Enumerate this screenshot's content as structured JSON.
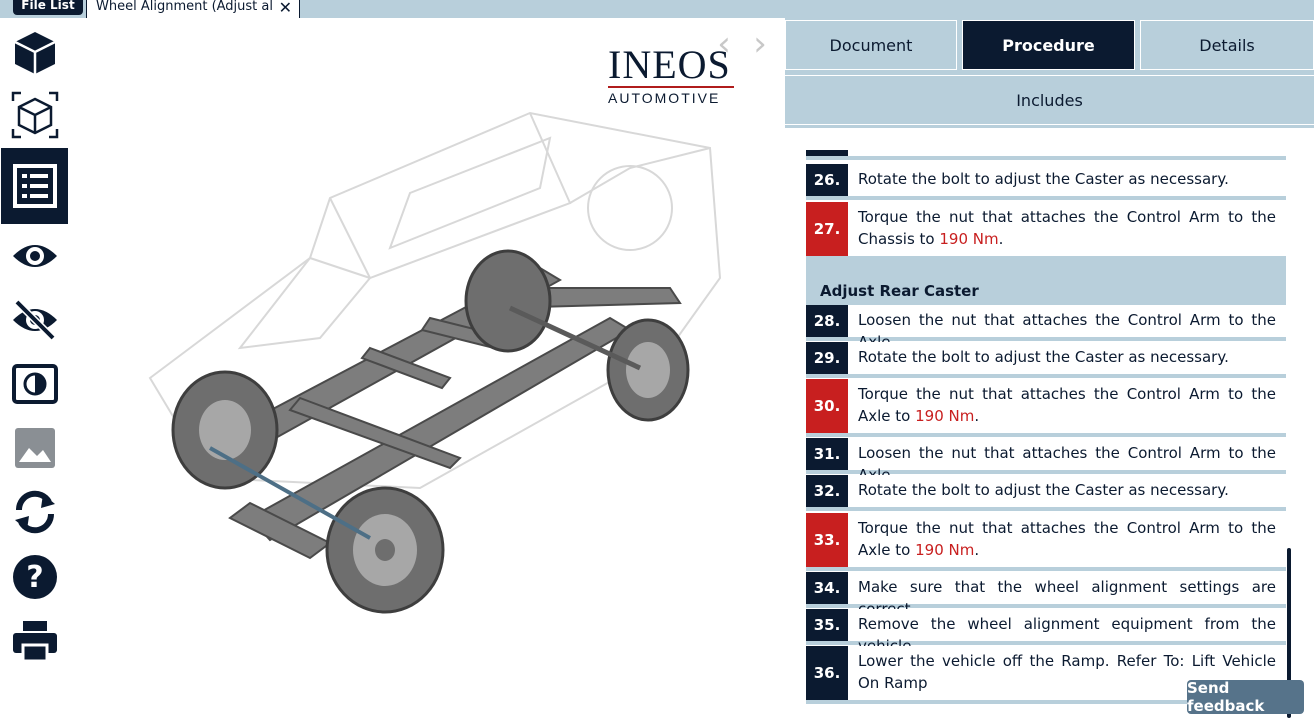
{
  "tabs": {
    "file_list": "File List",
    "document_tab": "Wheel Alignment (Adjust al",
    "close_glyph": "✕"
  },
  "logo": {
    "main": "INEOS",
    "sub": "AUTOMOTIVE"
  },
  "viewer": {
    "nav_prev": "‹",
    "nav_next": "›"
  },
  "toolbar": {
    "items": [
      {
        "icon": "cube-icon"
      },
      {
        "icon": "cube-frame-icon"
      },
      {
        "icon": "list-icon",
        "active": true
      },
      {
        "icon": "eye-icon"
      },
      {
        "icon": "eye-off-icon"
      },
      {
        "icon": "contrast-icon"
      },
      {
        "icon": "image-icon"
      },
      {
        "icon": "refresh-icon"
      },
      {
        "icon": "help-icon"
      },
      {
        "icon": "print-icon"
      }
    ]
  },
  "panel": {
    "tabs": [
      "Document",
      "Procedure",
      "Details"
    ],
    "active_tab": "Procedure",
    "includes": "Includes",
    "section_rear": "Adjust Rear Caster",
    "steps": [
      {
        "num": "26.",
        "text": "Rotate the bolt to adjust the Caster as necessary."
      },
      {
        "num": "27.",
        "text": "Torque the nut that attaches the Control Arm to the Chassis to ",
        "torque": "190 Nm",
        "suffix": "."
      },
      {
        "num": "28.",
        "text": "Loosen the nut that attaches the Control Arm to the Axle."
      },
      {
        "num": "29.",
        "text": "Rotate the bolt to adjust the Caster as necessary."
      },
      {
        "num": "30.",
        "text": "Torque the nut that attaches the Control Arm to the Axle to ",
        "torque": "190 Nm",
        "suffix": "."
      },
      {
        "num": "31.",
        "text": "Loosen the nut that attaches the Control Arm to the Axle."
      },
      {
        "num": "32.",
        "text": "Rotate the bolt to adjust the Caster as necessary."
      },
      {
        "num": "33.",
        "text": "Torque the nut that attaches the Control Arm to the Axle to ",
        "torque": "190 Nm",
        "suffix": "."
      },
      {
        "num": "34.",
        "text": "Make sure that the wheel alignment settings are correct."
      },
      {
        "num": "35.",
        "text": "Remove the wheel alignment equipment from the vehicle."
      },
      {
        "num": "36.",
        "text": "Lower the vehicle off the Ramp. Refer To: Lift Vehicle On Ramp"
      }
    ]
  },
  "feedback": "Send feedback",
  "colors": {
    "navy": "#0b1a30",
    "torque_red": "#c81f1f",
    "panel_blue": "#b8cfdb"
  }
}
